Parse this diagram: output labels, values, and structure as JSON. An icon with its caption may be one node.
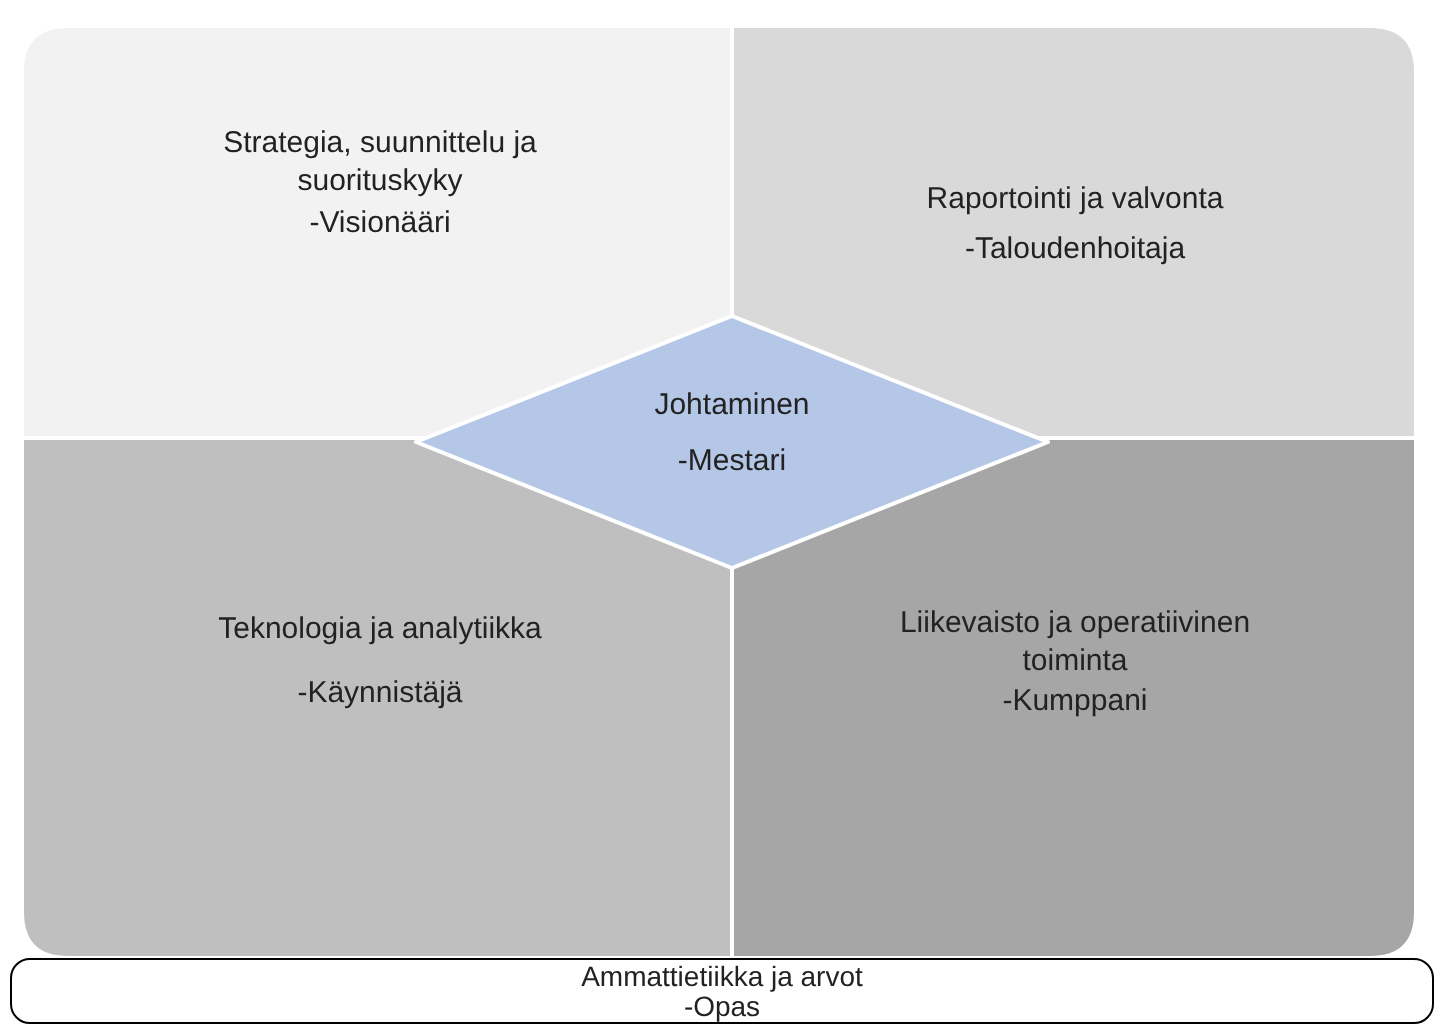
{
  "diagram": {
    "nodes": [
      {
        "text": [
          "Strategia, suunnittelu ja suorituskyky",
          "-Visionääri"
        ]
      },
      {
        "text": [
          "Raportointi ja valvonta",
          "-Taloudenhoitaja"
        ]
      },
      {
        "text": [
          "Johtaminen",
          "-Mestari"
        ]
      },
      {
        "text": [
          "Teknologia ja analytiikka",
          "-Käynnistäjä"
        ]
      },
      {
        "text": [
          "Liikevaisto ja operatiivinen toiminta",
          "-Kumppani"
        ]
      },
      {
        "text": [
          "Ammattietiikka ja arvot",
          "-Opas"
        ]
      }
    ]
  }
}
